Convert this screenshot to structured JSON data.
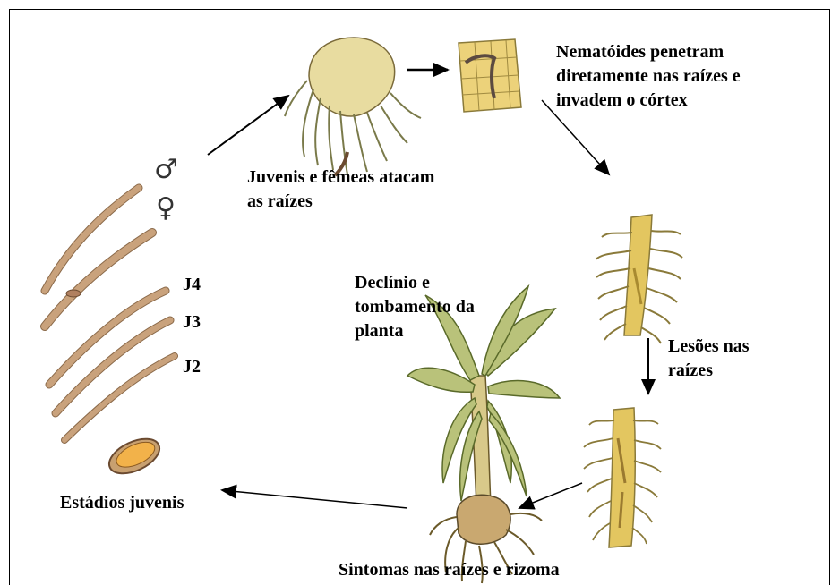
{
  "labels": {
    "penetrate_line1": "Nematóides penetram",
    "penetrate_line2": "diretamente nas raízes e",
    "penetrate_line3": "invadem o córtex",
    "attack_line1": "Juvenis e fêmeas atacam",
    "attack_line2": "as raízes",
    "lesions_line1": "Lesões nas",
    "lesions_line2": "raízes",
    "decline_line1": "Declínio e",
    "decline_line2": "tombamento da",
    "decline_line3": "planta",
    "juvenile_stages": "Estádios juvenis",
    "symptoms": "Sintomas nas raízes e rizoma",
    "stage_j4": "J4",
    "stage_j3": "J3",
    "stage_j2": "J2",
    "male_symbol": "♂",
    "female_symbol": "♀"
  },
  "colors": {
    "nematode_body": "#c9a27c",
    "root_yellow": "#e6cf6a",
    "root_outline": "#8a7a3a",
    "leaf_green": "#a9b56a",
    "egg_fill": "#f2b24a",
    "egg_shell": "#b58b5a",
    "arrow": "#000000"
  }
}
